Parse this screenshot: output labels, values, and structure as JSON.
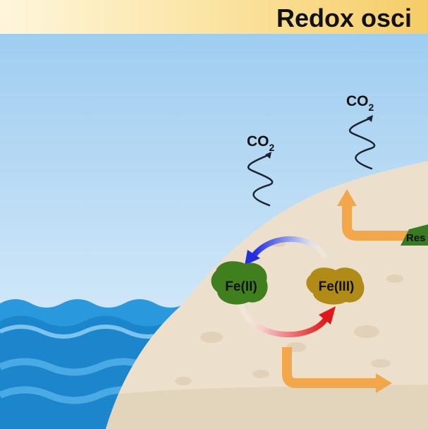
{
  "title": "Redox osci",
  "co2_left": {
    "main": "CO",
    "sub": "2"
  },
  "co2_right": {
    "main": "CO",
    "sub": "2"
  },
  "fe2_label": "Fe(II)",
  "fe3_label": "Fe(III)",
  "side_label": "Res",
  "colors": {
    "banner_left": "#fef4d6",
    "banner_right": "#f5cf6a",
    "sky_top": "#a9d3f2",
    "sky_bottom": "#e6f3fb",
    "sea": "#1e90d6",
    "soil": "#ece0cc",
    "fe2_blob": "#3f7f1e",
    "fe3_blob": "#b08b16",
    "arrow_orange": "#f2a84a",
    "arrow_red": "#e02020",
    "arrow_blue": "#2f3fe0"
  },
  "icons": [
    "co2-squiggle-arrow",
    "curved-redox-arrow",
    "elbow-arrow"
  ]
}
